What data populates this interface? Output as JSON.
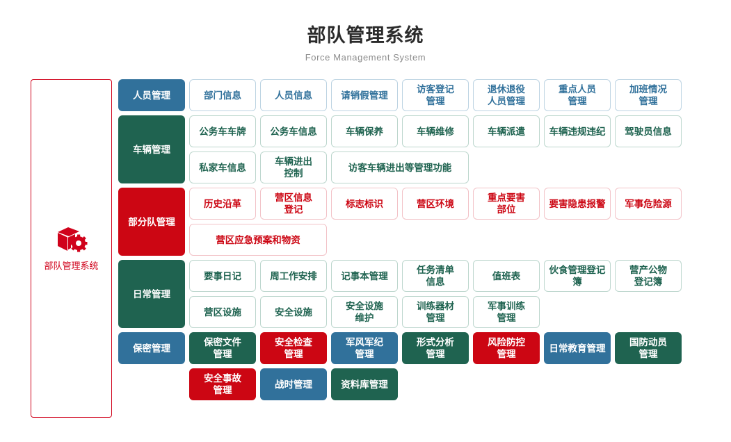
{
  "header": {
    "title": "部队管理系统",
    "subtitle": "Force Management System"
  },
  "brand": {
    "icon": "box-gear-icon",
    "label": "部队管理系统",
    "color": "#d0021b"
  },
  "colors": {
    "blue": "#31719B",
    "green": "#1F6350",
    "red": "#CC0613",
    "brand_red": "#d0021b",
    "title": "#2b2b2b",
    "subtitle": "#8c8c8c"
  },
  "rows": [
    {
      "category": {
        "label": "人员管理",
        "style": "blue"
      },
      "lines": [
        [
          {
            "label": "部门信息",
            "style": "out-blue"
          },
          {
            "label": "人员信息",
            "style": "out-blue"
          },
          {
            "label": "请销假管理",
            "style": "out-blue"
          },
          {
            "label": "访客登记\n管理",
            "style": "out-blue"
          },
          {
            "label": "退休退役\n人员管理",
            "style": "out-blue"
          },
          {
            "label": "重点人员\n管理",
            "style": "out-blue"
          },
          {
            "label": "加班情况\n管理",
            "style": "out-blue"
          }
        ]
      ]
    },
    {
      "category": {
        "label": "车辆管理",
        "style": "green"
      },
      "lines": [
        [
          {
            "label": "公务车车牌",
            "style": "out-green"
          },
          {
            "label": "公务车信息",
            "style": "out-green"
          },
          {
            "label": "车辆保养",
            "style": "out-green"
          },
          {
            "label": "车辆维修",
            "style": "out-green"
          },
          {
            "label": "车辆派遣",
            "style": "out-green"
          },
          {
            "label": "车辆违规违纪",
            "style": "out-green"
          },
          {
            "label": "驾驶员信息",
            "style": "out-green"
          }
        ],
        [
          {
            "label": "私家车信息",
            "style": "out-green"
          },
          {
            "label": "车辆进出\n控制",
            "style": "out-green"
          },
          {
            "label": "访客车辆进出等管理功能",
            "style": "out-green",
            "wide": true
          }
        ]
      ]
    },
    {
      "category": {
        "label": "部分队管理",
        "style": "red"
      },
      "lines": [
        [
          {
            "label": "历史沿革",
            "style": "out-red"
          },
          {
            "label": "营区信息\n登记",
            "style": "out-red"
          },
          {
            "label": "标志标识",
            "style": "out-red"
          },
          {
            "label": "营区环境",
            "style": "out-red"
          },
          {
            "label": "重点要害\n部位",
            "style": "out-red"
          },
          {
            "label": "要害隐患报警",
            "style": "out-red"
          },
          {
            "label": "军事危险源",
            "style": "out-red"
          }
        ],
        [
          {
            "label": "营区应急预案和物资",
            "style": "out-red",
            "wide": true
          }
        ]
      ]
    },
    {
      "category": {
        "label": "日常管理",
        "style": "green"
      },
      "lines": [
        [
          {
            "label": "要事日记",
            "style": "out-green"
          },
          {
            "label": "周工作安排",
            "style": "out-green"
          },
          {
            "label": "记事本管理",
            "style": "out-green"
          },
          {
            "label": "任务清单\n信息",
            "style": "out-green"
          },
          {
            "label": "值班表",
            "style": "out-green"
          },
          {
            "label": "伙食管理登记簿",
            "style": "out-green"
          },
          {
            "label": "营产公物\n登记簿",
            "style": "out-green"
          }
        ],
        [
          {
            "label": "营区设施",
            "style": "out-green"
          },
          {
            "label": "安全设施",
            "style": "out-green"
          },
          {
            "label": "安全设施\n维护",
            "style": "out-green"
          },
          {
            "label": "训练器材\n管理",
            "style": "out-green"
          },
          {
            "label": "军事训练\n管理",
            "style": "out-green"
          }
        ]
      ]
    },
    {
      "category": {
        "label": "保密管理",
        "style": "blue"
      },
      "lines": [
        [
          {
            "label": "保密文件\n管理",
            "style": "fill-green"
          },
          {
            "label": "安全检查\n管理",
            "style": "fill-red"
          },
          {
            "label": "军风军纪\n管理",
            "style": "fill-blue"
          },
          {
            "label": "形式分析\n管理",
            "style": "fill-green"
          },
          {
            "label": "风险防控\n管理",
            "style": "fill-red"
          },
          {
            "label": "日常教育管理",
            "style": "fill-blue"
          },
          {
            "label": "国防动员\n管理",
            "style": "fill-green"
          }
        ]
      ]
    },
    {
      "category": null,
      "lines": [
        [
          {
            "label": "安全事故\n管理",
            "style": "fill-red"
          },
          {
            "label": "战时管理",
            "style": "fill-blue"
          },
          {
            "label": "资料库管理",
            "style": "fill-green"
          }
        ]
      ]
    }
  ]
}
